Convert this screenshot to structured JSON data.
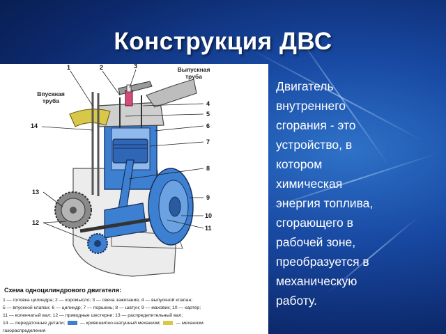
{
  "slide": {
    "title": "Конструкция ДВС",
    "body": "Двигатель внутреннего сгорания - это устройство, в котором химическая энергия топлива, сгорающего в рабочей зоне, преобразуется в механическую работу."
  },
  "figure": {
    "labels": {
      "exhaust_pipe": "Выпускная труба",
      "intake_pipe": "Впускная труба"
    },
    "part_numbers": [
      "1",
      "2",
      "3",
      "4",
      "5",
      "6",
      "7",
      "8",
      "9",
      "10",
      "11",
      "12",
      "13",
      "14"
    ],
    "caption_title": "Схема одноцилиндрового двигателя:",
    "legend": {
      "line1": "1 — головка цилиндра; 2 — коромысло; 3 — свеча зажигания; 4 — выпускной клапан;",
      "line2": "5 — впускной клапан; 6 — цилиндр; 7 — поршень; 8 — шатун; 9 — маховик; 10 — картер;",
      "line3": "11 — коленчатый вал; 12 — приводные шестерни; 13 — распределительный вал;",
      "line4a": "14 — передаточные детали;",
      "line4b": "— кривошипно-шатунный механизм;",
      "line4c": "— механизм",
      "line5": "газораспределения"
    },
    "colors": {
      "crank_mechanism": "#3d7fd0",
      "valve_mechanism": "#d8c84a"
    }
  }
}
